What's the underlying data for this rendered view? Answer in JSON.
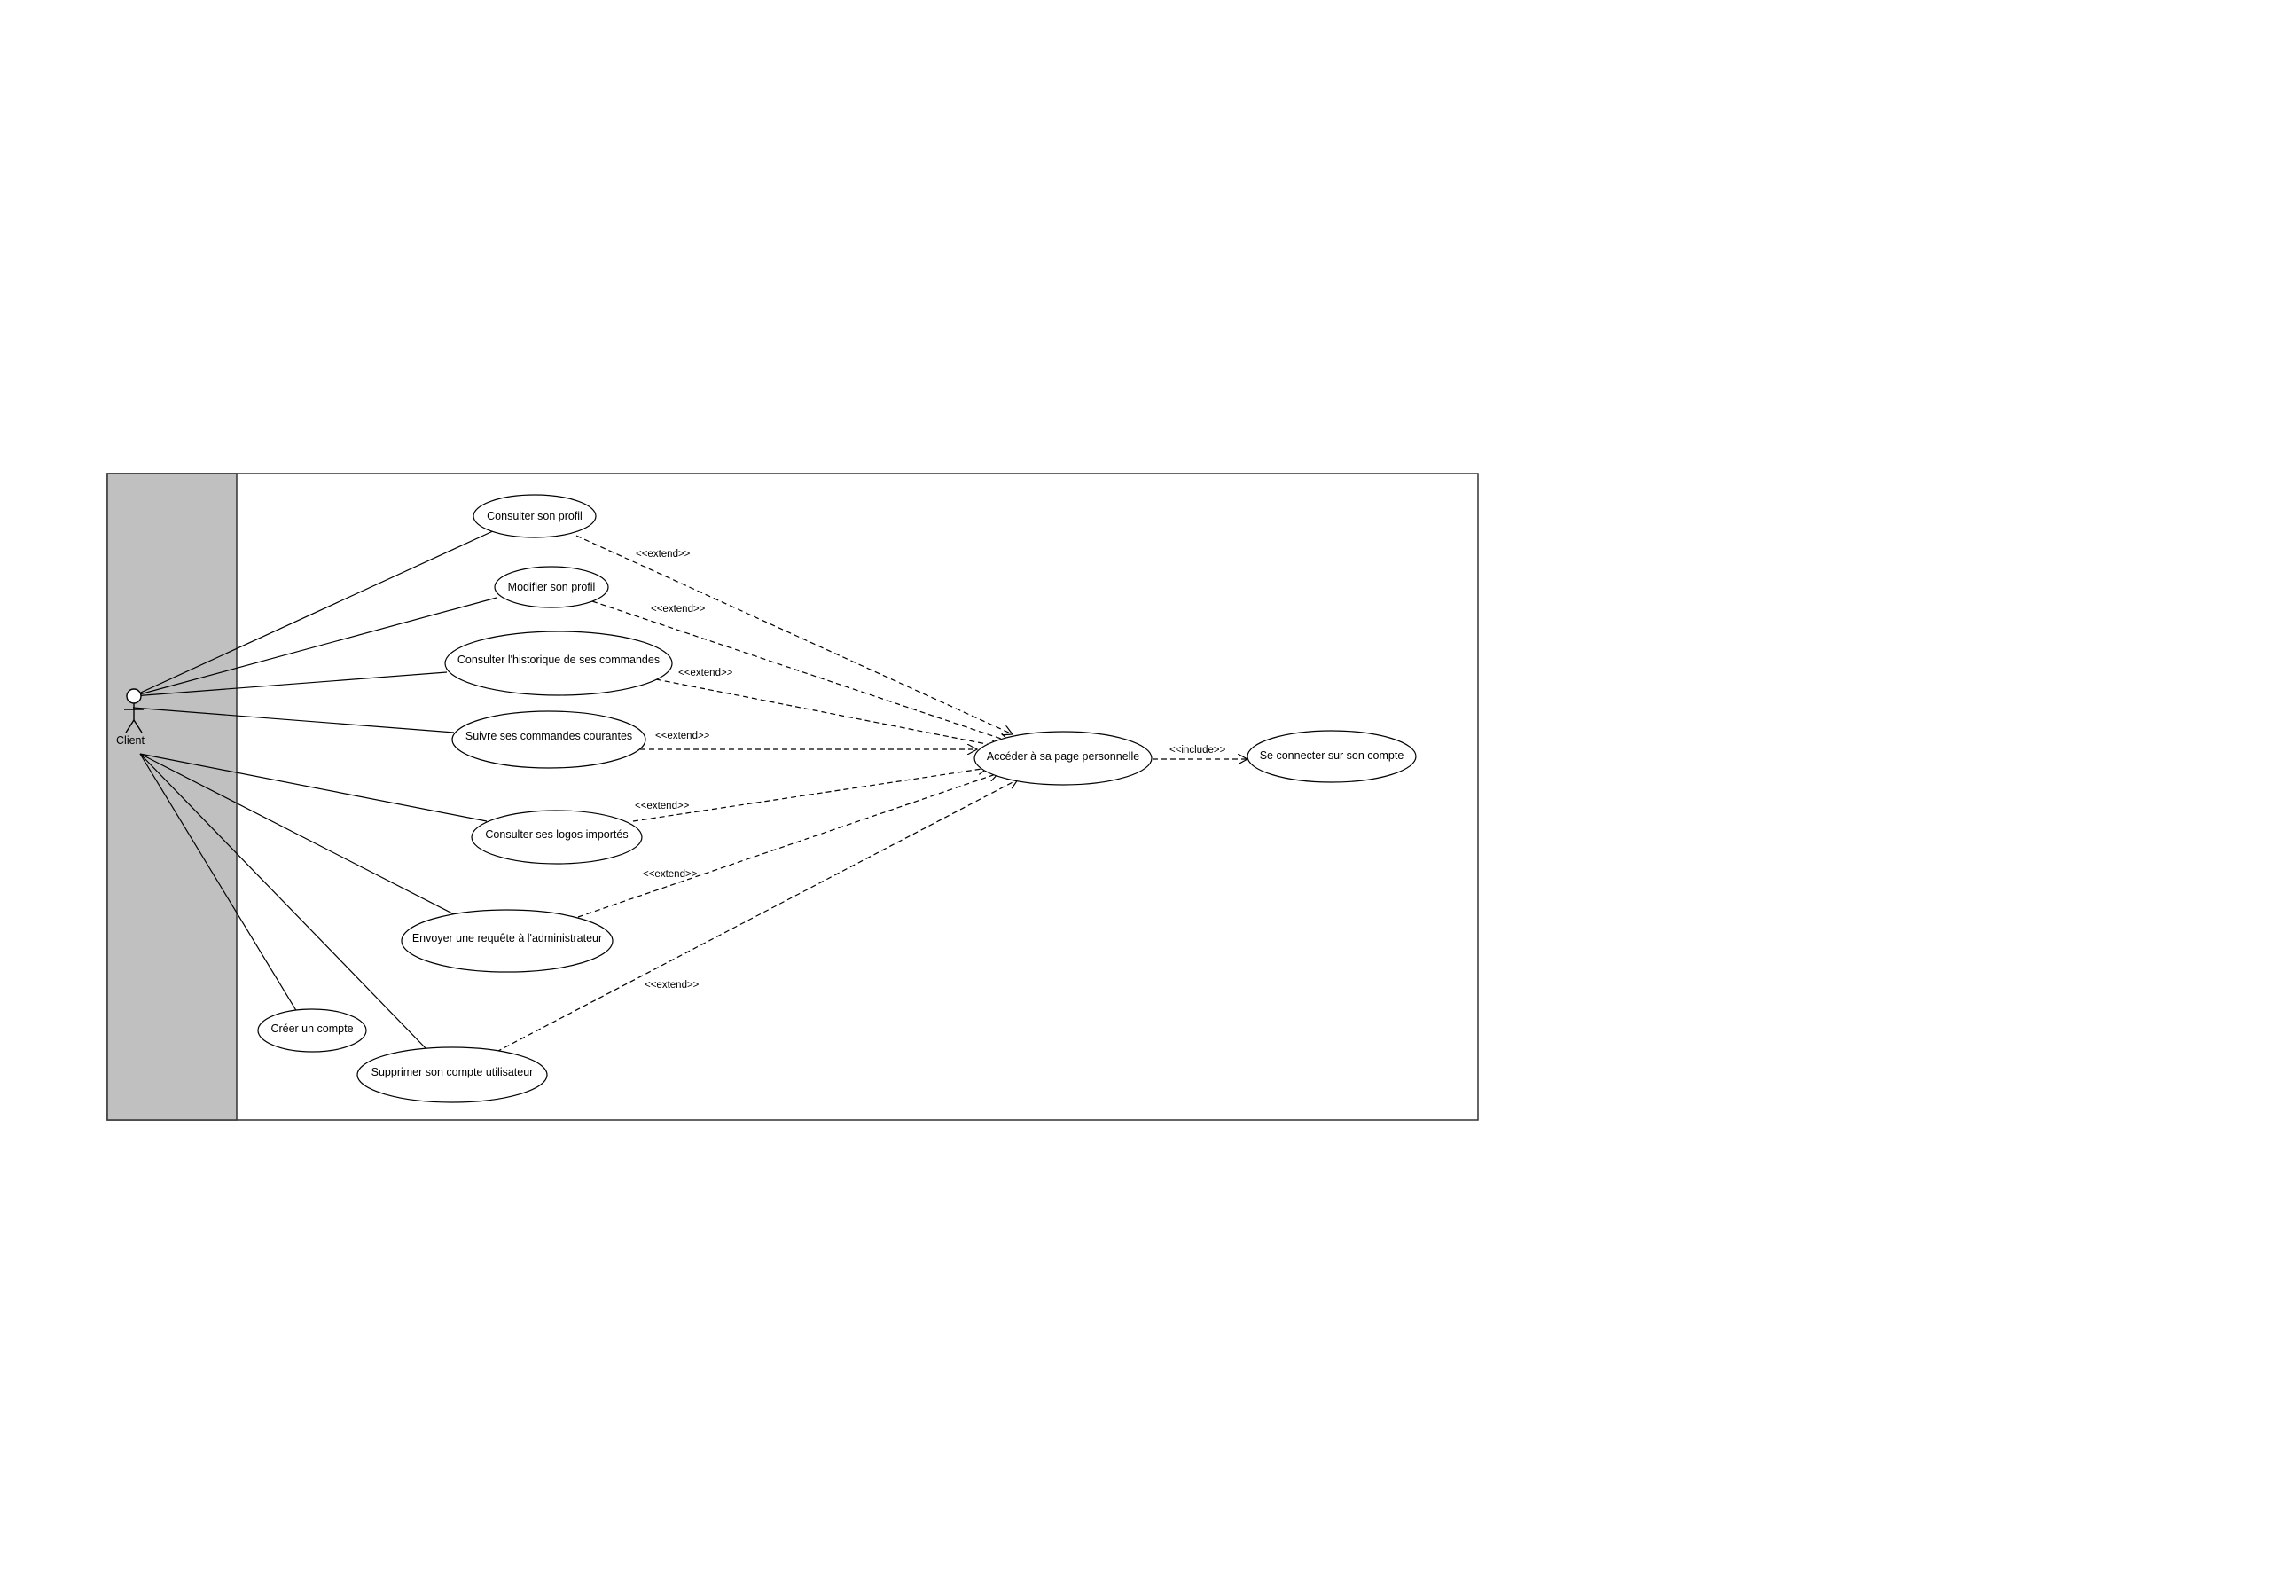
{
  "actor": {
    "name": "Client"
  },
  "use_cases": {
    "consulter_profil": "Consulter son profil",
    "modifier_profil": "Modifier son profil",
    "consulter_historique": "Consulter l'historique de ses commandes",
    "suivre_commandes": "Suivre ses commandes courantes",
    "consulter_logos": "Consulter ses logos importés",
    "envoyer_requete": "Envoyer une requête à l'administrateur",
    "creer_compte": "Créer un compte",
    "supprimer_compte": "Supprimer son compte utilisateur",
    "acceder_page": "Accéder à sa page personnelle",
    "se_connecter": "Se connecter sur son compte"
  },
  "relations": {
    "extend_1": "<<extend>>",
    "extend_2": "<<extend>>",
    "extend_3": "<<extend>>",
    "extend_4": "<<extend>>",
    "extend_5": "<<extend>>",
    "extend_6": "<<extend>>",
    "extend_7": "<<extend>>",
    "include_1": "<<include>>"
  },
  "colors": {
    "actor_band": "#c0c0c0",
    "line": "#000000",
    "background": "#ffffff"
  }
}
